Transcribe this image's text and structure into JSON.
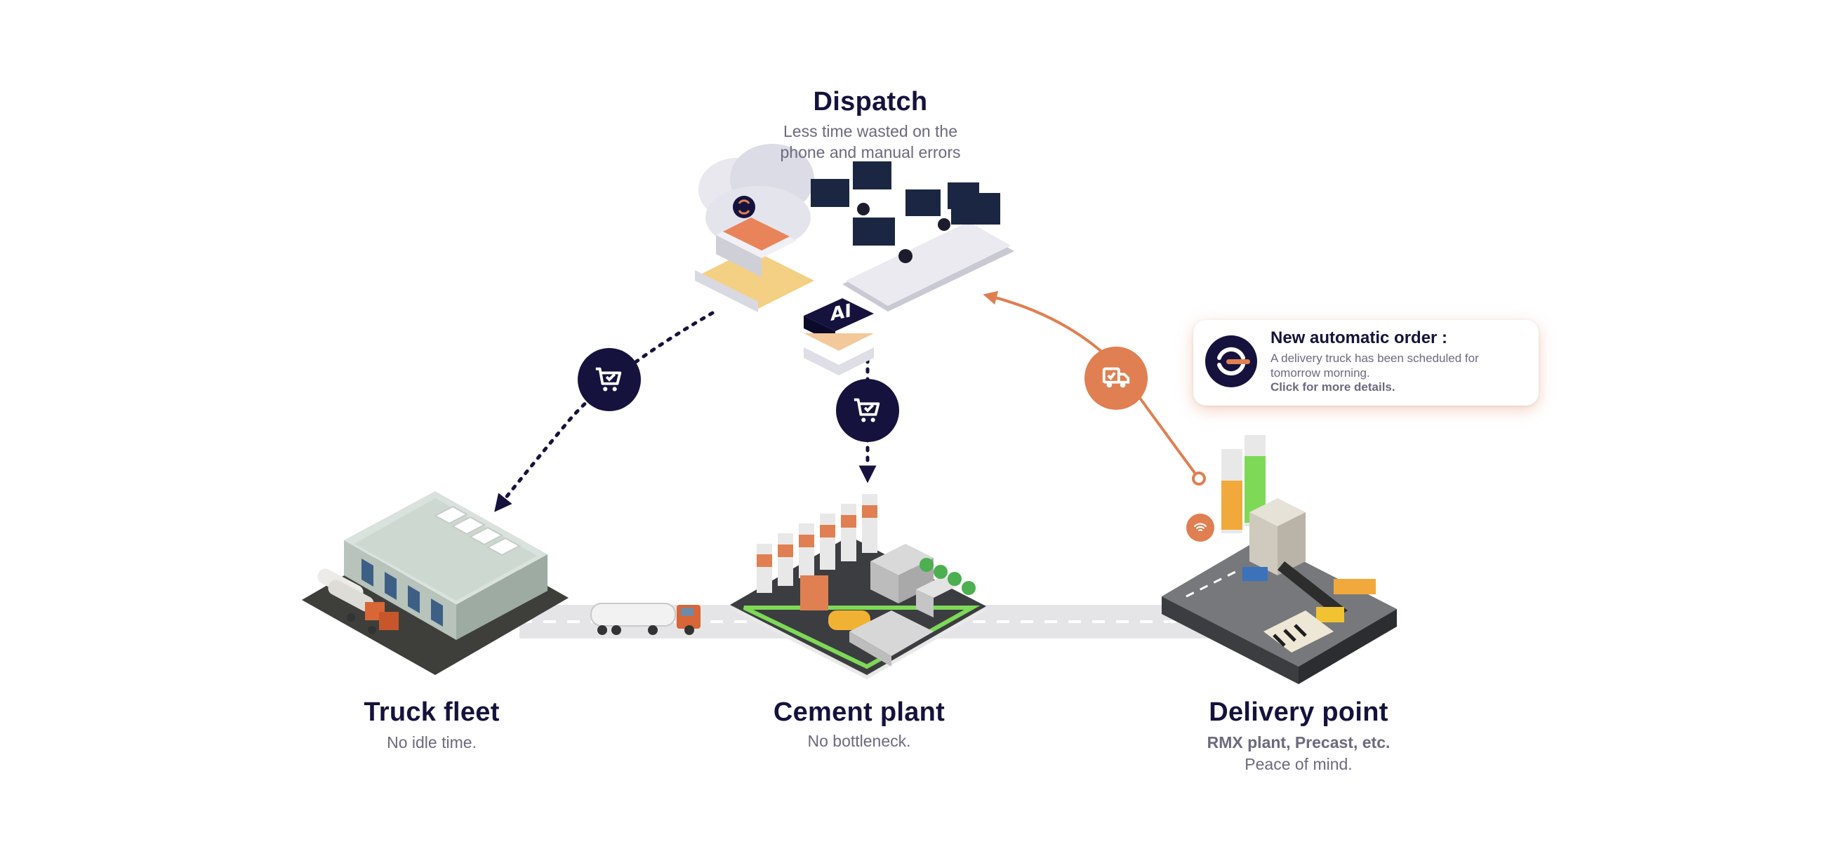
{
  "dispatch": {
    "title": "Dispatch",
    "subtitle_line1": "Less time wasted on the",
    "subtitle_line2": "phone and manual errors",
    "ai_label": "AI"
  },
  "truck_fleet": {
    "title": "Truck fleet",
    "subtitle": "No idle time."
  },
  "cement_plant": {
    "title": "Cement plant",
    "subtitle": "No bottleneck."
  },
  "delivery_point": {
    "title": "Delivery point",
    "subtitle_bold": "RMX plant, Precast, etc.",
    "subtitle": "Peace of mind."
  },
  "notification": {
    "title": "New automatic order :",
    "text": "A delivery truck has been scheduled for tomorrow morning.",
    "link": "Click for more details."
  },
  "icons": {
    "order_left": "cart-check-icon",
    "order_center": "cart-check-icon",
    "delivery": "truck-check-icon",
    "sensor": "wifi-signal-icon",
    "brand_logo": "brand-logo-icon"
  },
  "colors": {
    "navy": "#15123e",
    "orange": "#e07f51",
    "road": "#e5e5e8",
    "grey_text": "#6b6a7e"
  }
}
